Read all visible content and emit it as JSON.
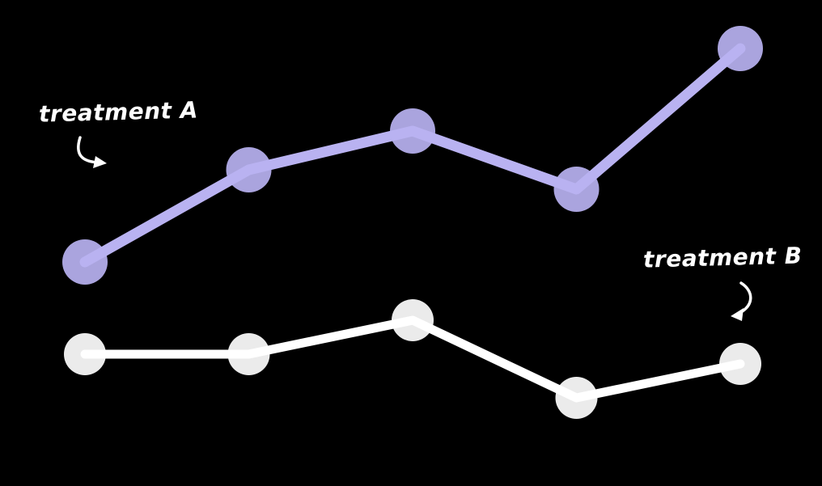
{
  "chart_data": {
    "type": "line",
    "x": [
      1,
      2,
      3,
      4,
      5
    ],
    "series": [
      {
        "name": "treatment A",
        "color": "#b9b2f1",
        "line_width": 13,
        "marker_radius": 28,
        "values": [
          46,
          65,
          73,
          61,
          90
        ]
      },
      {
        "name": "treatment B",
        "color": "#ffffff",
        "line_width": 11,
        "marker_radius": 26,
        "values": [
          27,
          27,
          34,
          18,
          25
        ]
      }
    ],
    "title": "",
    "xlabel": "",
    "ylabel": "",
    "ylim": [
      0,
      100
    ],
    "background": "#000000",
    "grid": false,
    "legend": "none",
    "annotations": [
      {
        "text": "treatment A",
        "target_series": "treatment A"
      },
      {
        "text": "treatment B",
        "target_series": "treatment B"
      }
    ]
  }
}
